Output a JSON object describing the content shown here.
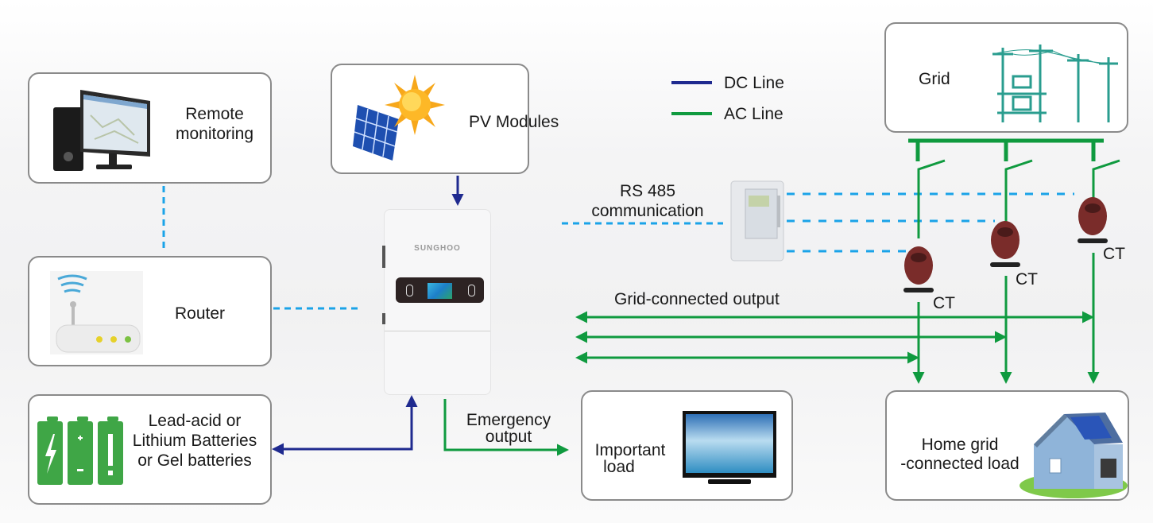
{
  "legend": {
    "dc_label": "DC Line",
    "ac_label": "AC Line"
  },
  "colors": {
    "dc_line": "#1f2a8f",
    "ac_line": "#0f9a3f",
    "comm_line": "#1aa3e8",
    "box_border": "#8a8a8a"
  },
  "nodes": {
    "remote_monitoring": {
      "line1": "Remote",
      "line2": "monitoring",
      "icon": "desktop-computer-icon"
    },
    "pv_modules": {
      "label": "PV Modules",
      "icon": "solar-panel-sun-icon"
    },
    "router": {
      "label": "Router",
      "icon": "wifi-router-icon"
    },
    "batteries": {
      "line1": "Lead-acid or",
      "line2": "Lithium Batteries",
      "line3": "or Gel batteries",
      "icon": "battery-icon"
    },
    "inverter": {
      "brand": "SUNGHOO",
      "icon": "hybrid-inverter-icon"
    },
    "important_load": {
      "line1": "Important",
      "line2": "load",
      "icon": "television-icon"
    },
    "grid": {
      "label": "Grid",
      "icon": "power-pole-icon"
    },
    "home_load": {
      "line1": "Home grid",
      "line2": "-connected load",
      "icon": "house-icon"
    },
    "meter": {
      "icon": "energy-meter-icon"
    }
  },
  "annotations": {
    "rs485_line1": "RS 485",
    "rs485_line2": "communication",
    "grid_connected_output": "Grid-connected output",
    "emergency_line1": "Emergency",
    "emergency_line2": "output",
    "ct_label": "CT"
  }
}
